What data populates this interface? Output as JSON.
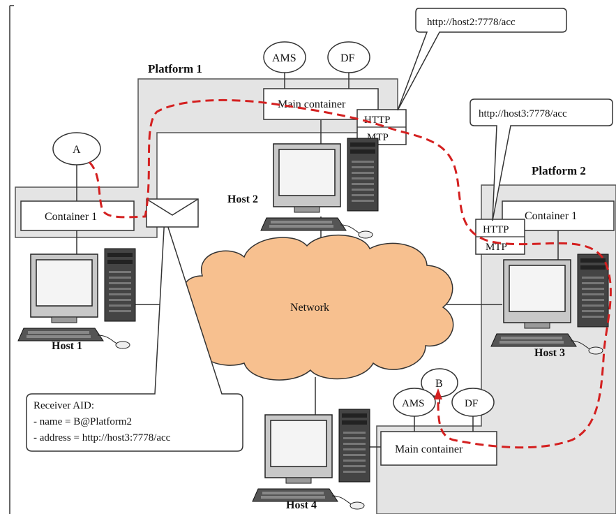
{
  "diagram": {
    "platforms": [
      {
        "id": "platform-1",
        "label": "Platform 1"
      },
      {
        "id": "platform-2",
        "label": "Platform 2"
      }
    ],
    "hosts": [
      {
        "id": "host-1",
        "label": "Host 1"
      },
      {
        "id": "host-2",
        "label": "Host 2"
      },
      {
        "id": "host-3",
        "label": "Host 3"
      },
      {
        "id": "host-4",
        "label": "Host 4"
      }
    ],
    "containers": {
      "p1_container1": "Container 1",
      "p1_main": "Main container",
      "p2_container1": "Container 1",
      "p2_main": "Main container"
    },
    "agents": {
      "a": "A",
      "b": "B",
      "ams_p1": "AMS",
      "df_p1": "DF",
      "ams_p2": "AMS",
      "df_p2": "DF"
    },
    "mtp": {
      "p1": {
        "line1": "HTTP",
        "line2": "MTP"
      },
      "p2": {
        "line1": "HTTP",
        "line2": "MTP"
      }
    },
    "callouts": {
      "host2_address": "http://host2:7778/acc",
      "host3_address": "http://host3:7778/acc",
      "receiver": {
        "line1": "Receiver AID:",
        "line2": "- name = B@Platform2",
        "line3": "- address = http://host3:7778/acc"
      }
    },
    "network_label": "Network",
    "colors": {
      "message_path": "#d42020",
      "network_fill": "#f7c08f",
      "platform_fill": "#e4e4e4"
    }
  }
}
